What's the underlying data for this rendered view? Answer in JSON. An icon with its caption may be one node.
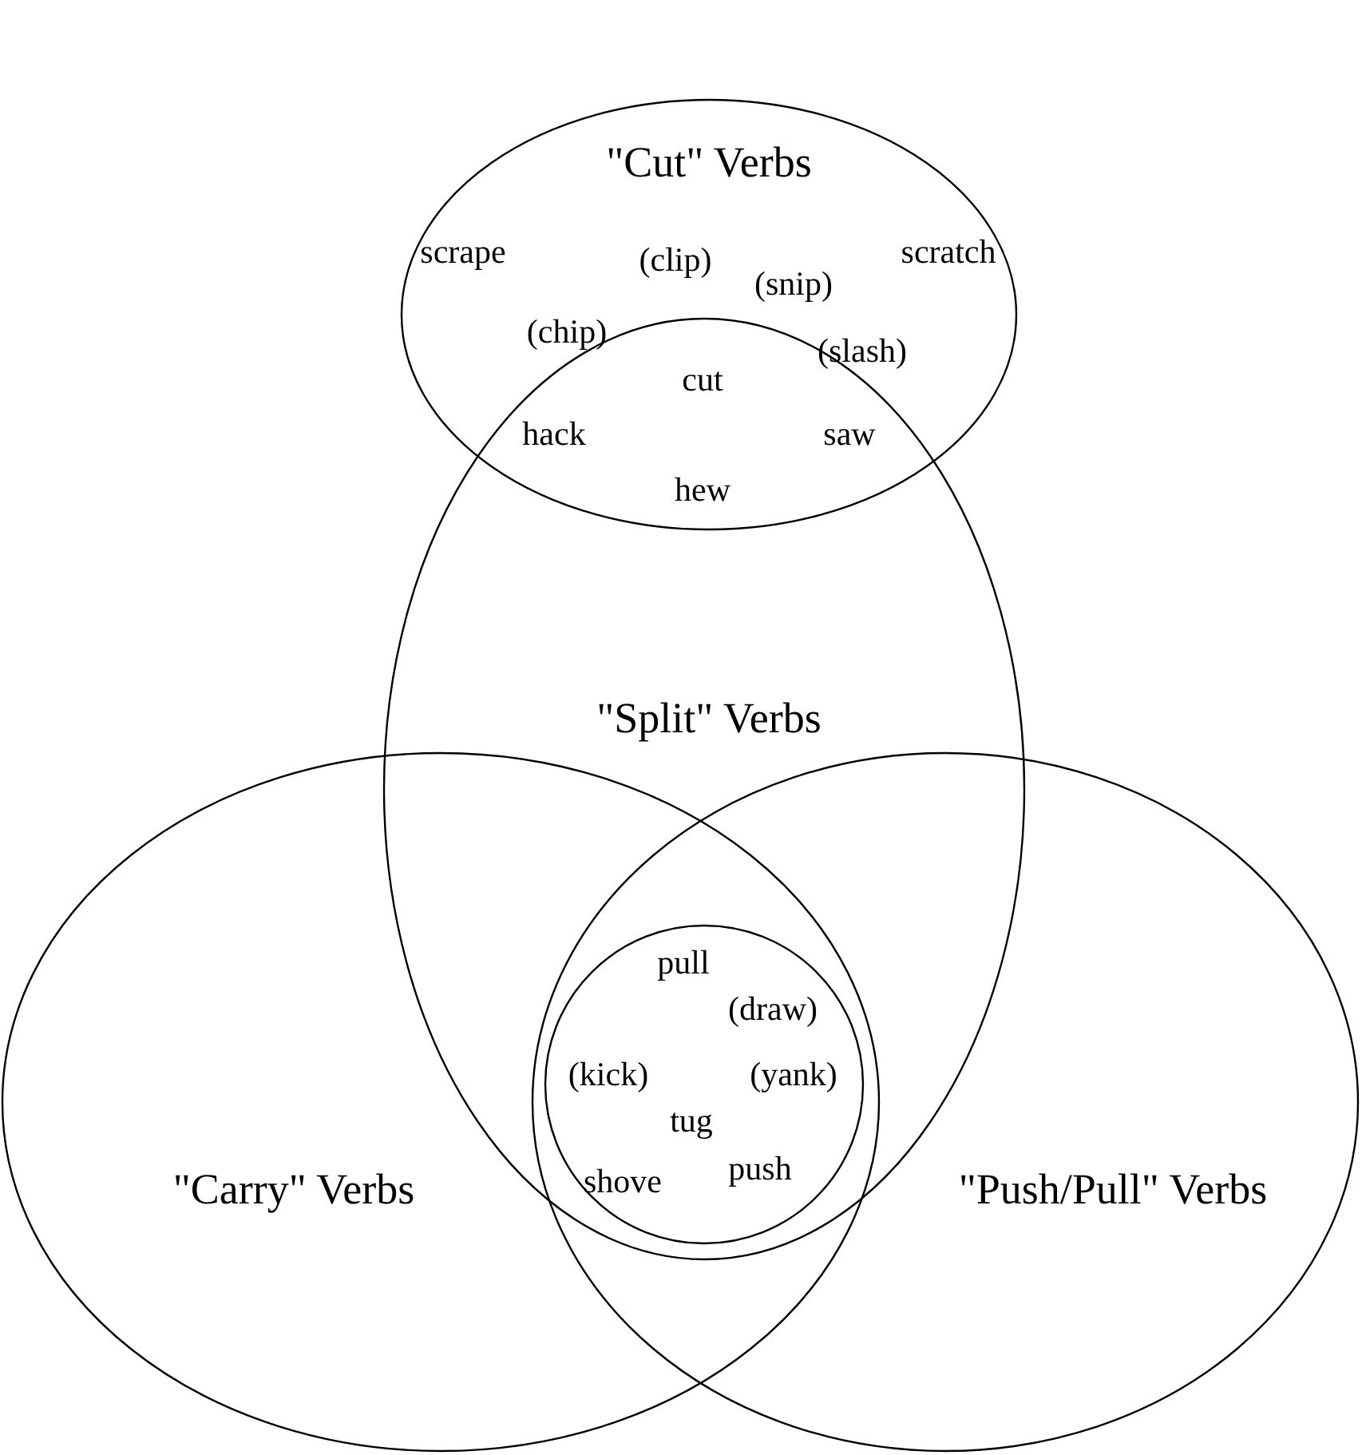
{
  "diagram": {
    "nodes": [
      {
        "text": [
          "\"Cut\" Verbs"
        ]
      },
      {
        "text": [
          "\"Split\" Verbs"
        ]
      },
      {
        "text": [
          "\"Carry\" Verbs"
        ]
      },
      {
        "text": [
          "\"Push/Pull\" Verbs"
        ]
      },
      {
        "text": [],
        "shape": "circle"
      }
    ],
    "edges": [],
    "labels": [
      "scrape",
      "scratch",
      "(clip)",
      "(snip)",
      "(chip)",
      "(slash)",
      "cut",
      "hack",
      "saw",
      "hew",
      "pull",
      "(draw)",
      "(kick)",
      "(yank)",
      "tug",
      "push",
      "shove"
    ]
  }
}
